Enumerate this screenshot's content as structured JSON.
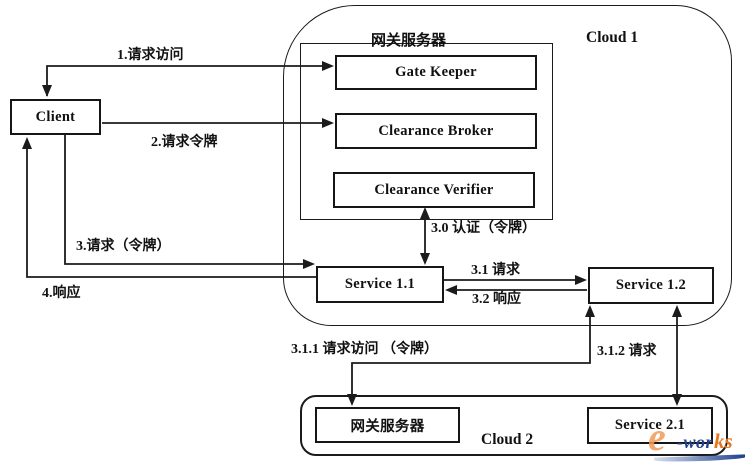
{
  "diagram": {
    "client_label": "Client",
    "cloud1": {
      "label": "Cloud 1",
      "gateway": {
        "title": "网关服务器",
        "components": [
          "Gate Keeper",
          "Clearance Broker",
          "Clearance Verifier"
        ]
      },
      "service_1_1": "Service 1.1",
      "service_1_2": "Service 1.2"
    },
    "cloud2": {
      "label": "Cloud 2",
      "gateway_title": "网关服务器",
      "service_2_1": "Service 2.1"
    },
    "edges": {
      "e1": "1.请求访问",
      "e2": "2.请求令牌",
      "e3": "3.请求（令牌）",
      "e4": "4.响应",
      "e3_0": "3.0 认证（令牌）",
      "e3_1": "3.1 请求",
      "e3_2": "3.2 响应",
      "e3_1_1": "3.1.1 请求访问 （令牌）",
      "e3_1_2": "3.1.2 请求"
    }
  },
  "watermark": {
    "e": "e",
    "wor": "-wor",
    "ks": "ks"
  }
}
